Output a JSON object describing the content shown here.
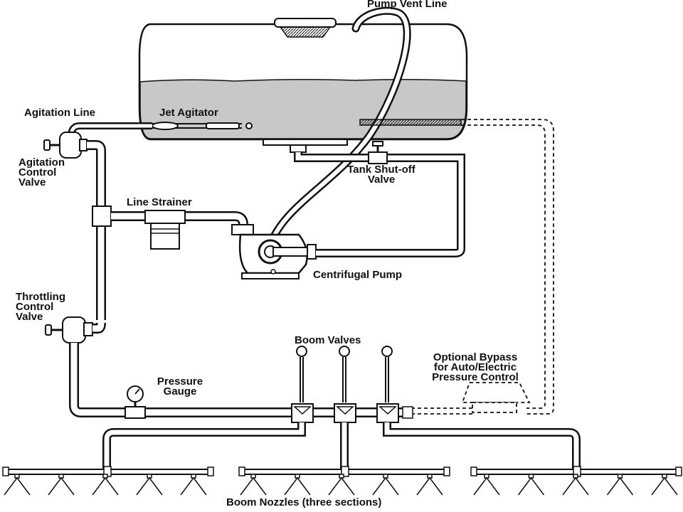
{
  "labels": {
    "pump_vent_line": "Pump Vent Line",
    "agitation_line": "Agitation Line",
    "jet_agitator": "Jet Agitator",
    "agitation_control_valve": [
      "Agitation",
      "Control",
      "Valve"
    ],
    "tank_shutoff_valve": [
      "Tank Shut-off",
      "Valve"
    ],
    "line_strainer": "Line Strainer",
    "centrifugal_pump": "Centrifugal Pump",
    "throttling_control_valve": [
      "Throttling",
      "Control",
      "Valve"
    ],
    "boom_valves": "Boom Valves",
    "optional_bypass": [
      "Optional Bypass",
      "for Auto/Electric",
      "Pressure Control"
    ],
    "pressure_gauge": [
      "Pressure",
      "Gauge"
    ],
    "boom_nozzles": "Boom Nozzles (three sections)"
  },
  "colors": {
    "stroke": "#111111",
    "liquid": "#c8c8c8",
    "background": "#ffffff"
  }
}
